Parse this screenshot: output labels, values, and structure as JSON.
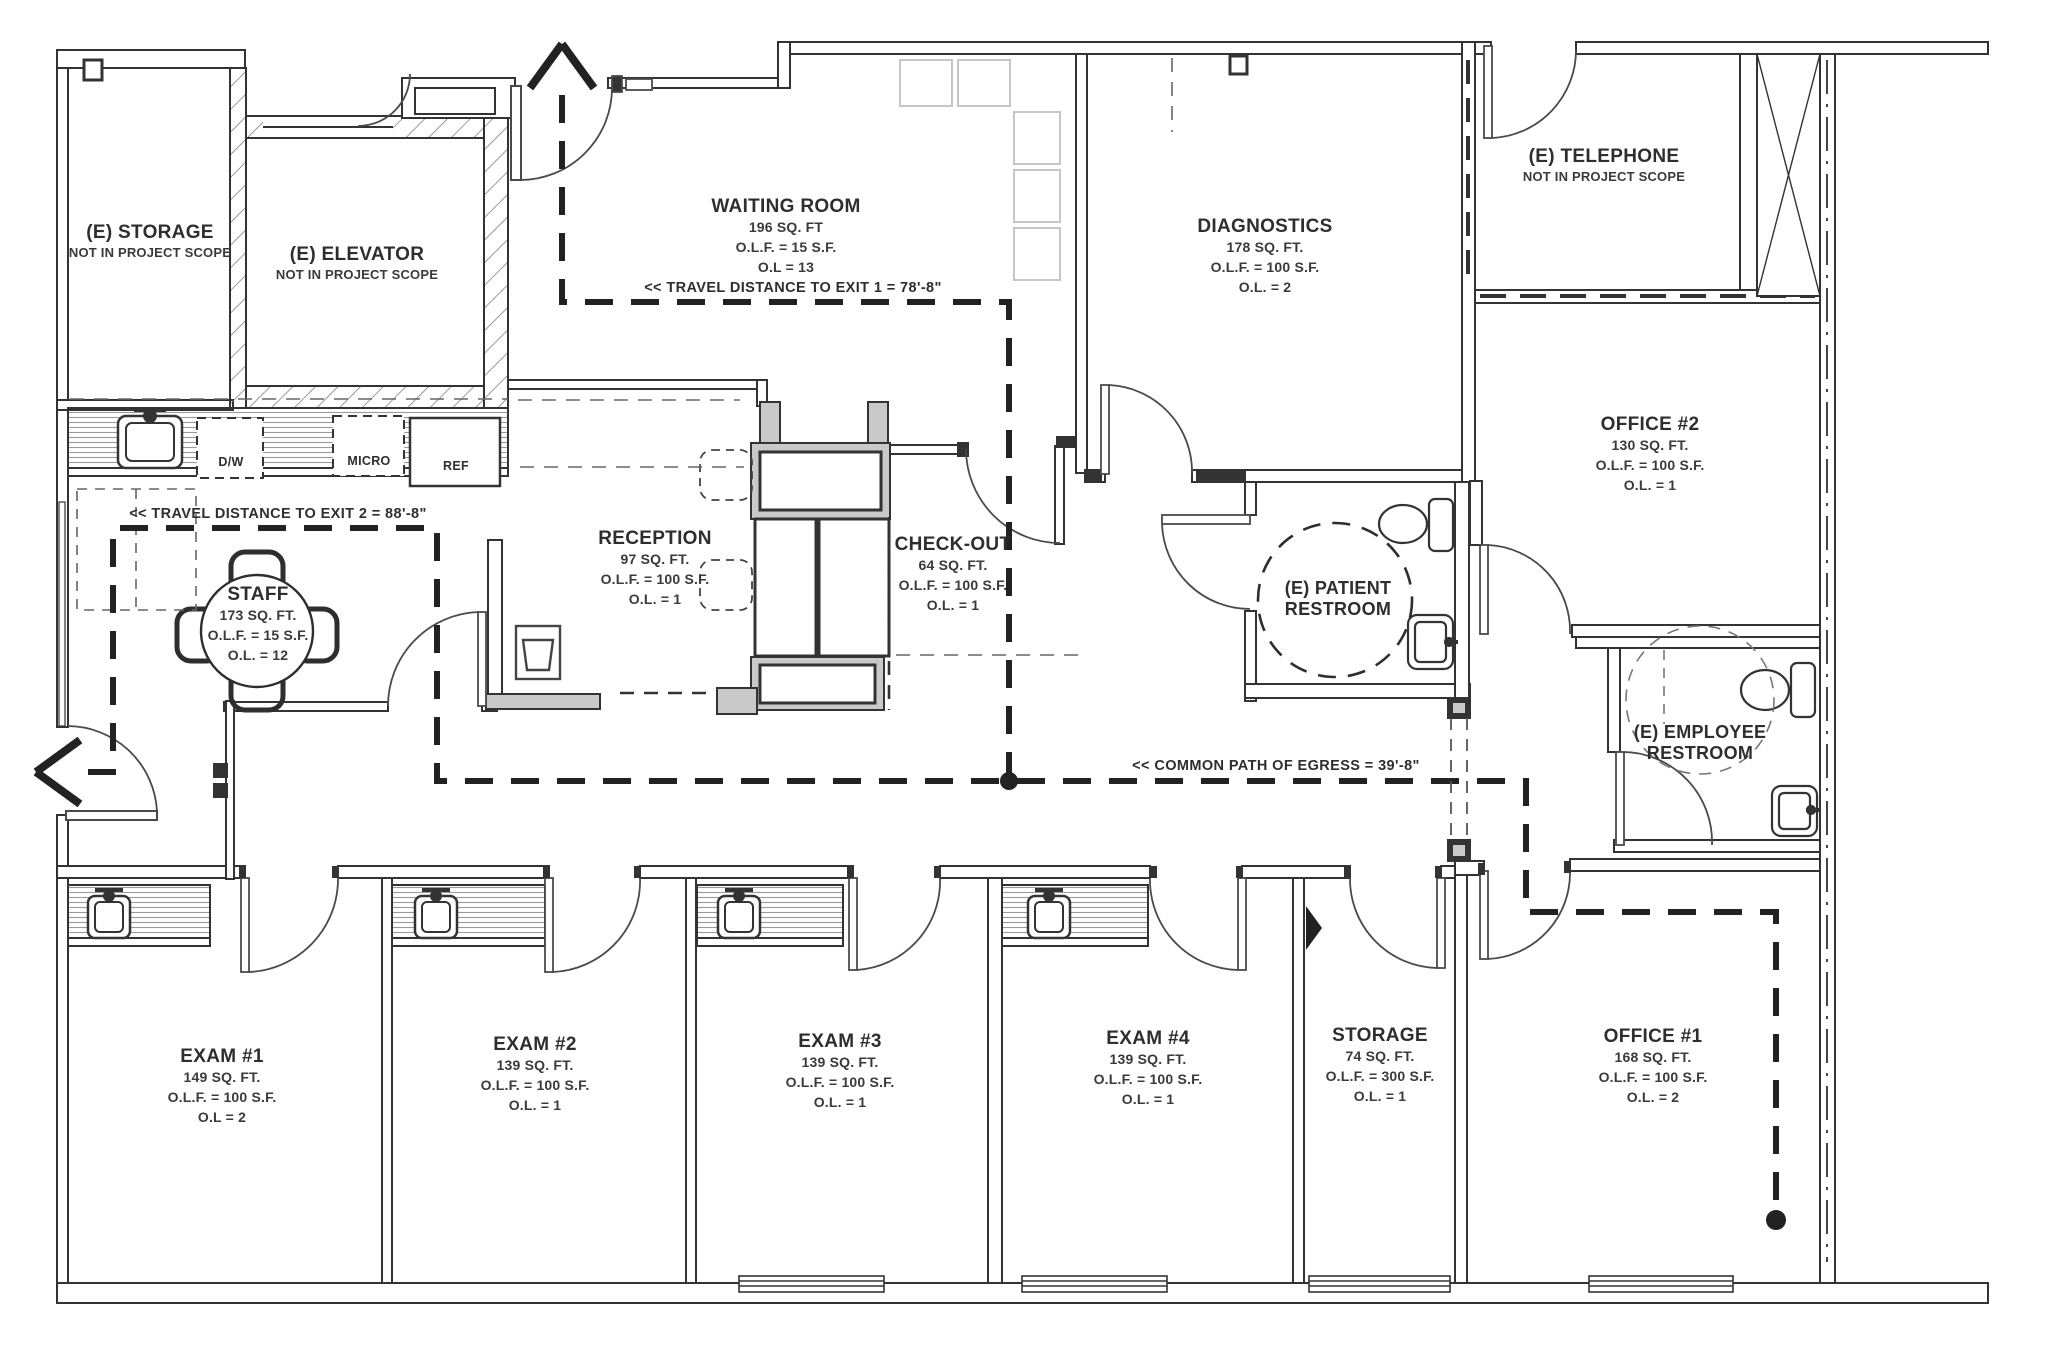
{
  "document": {
    "type": "architectural floor plan - medical office suite",
    "paper_color": "#ffffff",
    "ink_color": "#333333",
    "millwork_gray": "#c9c9c9"
  },
  "rooms": [
    {
      "id": "existing-storage",
      "name": "(E) STORAGE",
      "note": "NOT IN PROJECT SCOPE"
    },
    {
      "id": "existing-elevator",
      "name": "(E) ELEVATOR",
      "note": "NOT IN PROJECT SCOPE"
    },
    {
      "id": "waiting-room",
      "name": "WAITING ROOM",
      "area": "196 SQ. FT",
      "olf": "O.L.F. = 15 S.F.",
      "ol": "O.L = 13"
    },
    {
      "id": "diagnostics",
      "name": "DIAGNOSTICS",
      "area": "178 SQ. FT.",
      "olf": "O.L.F. = 100 S.F.",
      "ol": "O.L. = 2"
    },
    {
      "id": "existing-telephone",
      "name": "(E) TELEPHONE",
      "note": "NOT IN PROJECT SCOPE"
    },
    {
      "id": "office-2",
      "name": "OFFICE #2",
      "area": "130 SQ. FT.",
      "olf": "O.L.F. = 100 S.F.",
      "ol": "O.L. = 1"
    },
    {
      "id": "reception",
      "name": "RECEPTION",
      "area": "97 SQ. FT.",
      "olf": "O.L.F. = 100 S.F.",
      "ol": "O.L. = 1"
    },
    {
      "id": "check-out",
      "name": "CHECK-OUT",
      "area": "64 SQ. FT.",
      "olf": "O.L.F. = 100 S.F.",
      "ol": "O.L. = 1"
    },
    {
      "id": "patient-restroom",
      "name": "(E) PATIENT",
      "name2": "RESTROOM"
    },
    {
      "id": "staff",
      "name": "STAFF",
      "area": "173 SQ. FT.",
      "olf": "O.L.F. = 15 S.F.",
      "ol": "O.L. = 12"
    },
    {
      "id": "employee-restroom",
      "name": "(E) EMPLOYEE",
      "name2": "RESTROOM"
    },
    {
      "id": "exam-1",
      "name": "EXAM #1",
      "area": "149 SQ. FT.",
      "olf": "O.L.F. = 100 S.F.",
      "ol": "O.L = 2"
    },
    {
      "id": "exam-2",
      "name": "EXAM #2",
      "area": "139 SQ. FT.",
      "olf": "O.L.F. = 100 S.F.",
      "ol": "O.L. = 1"
    },
    {
      "id": "exam-3",
      "name": "EXAM #3",
      "area": "139 SQ. FT.",
      "olf": "O.L.F. = 100 S.F.",
      "ol": "O.L. = 1"
    },
    {
      "id": "exam-4",
      "name": "EXAM #4",
      "area": "139 SQ. FT.",
      "olf": "O.L.F. = 100 S.F.",
      "ol": "O.L. = 1"
    },
    {
      "id": "storage",
      "name": "STORAGE",
      "area": "74 SQ. FT.",
      "olf": "O.L.F. = 300 S.F.",
      "ol": "O.L. = 1"
    },
    {
      "id": "office-1",
      "name": "OFFICE #1",
      "area": "168 SQ. FT.",
      "olf": "O.L.F. = 100 S.F.",
      "ol": "O.L. = 2"
    }
  ],
  "annotations": {
    "travel_exit_1": "<<  TRAVEL DISTANCE TO EXIT 1 = 78'-8\"",
    "travel_exit_2": "<<  TRAVEL DISTANCE TO EXIT 2 = 88'-8\"",
    "common_path": "<<  COMMON PATH OF EGRESS = 39'-8\""
  },
  "appliances": {
    "dishwasher": "D/W",
    "microwave": "MICRO",
    "refrigerator": "REF"
  }
}
